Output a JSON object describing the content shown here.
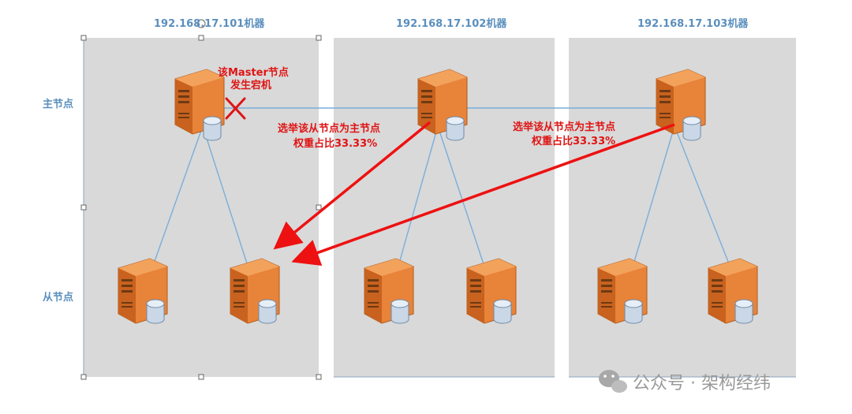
{
  "machines": [
    {
      "label": "192.168.17.101机器"
    },
    {
      "label": "192.168.17.102机器"
    },
    {
      "label": "192.168.17.103机器"
    }
  ],
  "roles": {
    "master": "主节点",
    "slave": "从节点"
  },
  "annotations": {
    "failed_line1": "该Master节点",
    "failed_line2": "发生宕机",
    "vote_left_line1": "选举该从节点为主节点",
    "vote_left_line2": "权重占比33.33%",
    "vote_right_line1": "选举该从节点为主节点",
    "vote_right_line2": "权重占比33.33%"
  },
  "watermark": "公众号 · 架构经纬",
  "colors": {
    "panel": "#d9d9d9",
    "server": "#e8833a",
    "disk": "#b7c9dc",
    "link": "#7aaedb",
    "arrow": "#ee1111",
    "label": "#5b8fbd"
  },
  "icons": [
    "server-icon",
    "database-icon",
    "failure-x-icon",
    "wechat-icon"
  ]
}
